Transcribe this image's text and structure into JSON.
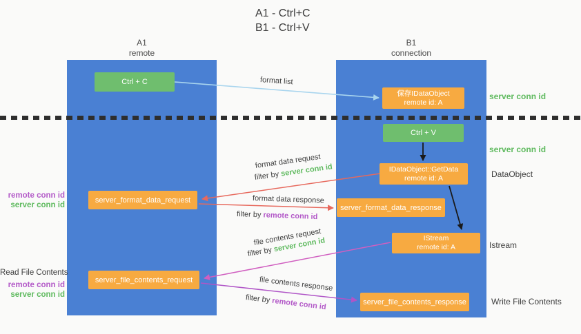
{
  "title": {
    "line1": "A1 - Ctrl+C",
    "line2": "B1 - Ctrl+V"
  },
  "columns": {
    "a1": {
      "name": "A1",
      "subtitle": "remote"
    },
    "b1": {
      "name": "B1",
      "subtitle": "connection"
    }
  },
  "nodes": {
    "ctrl_c": "Ctrl + C",
    "ctrl_v": "Ctrl + V",
    "save_idataobject": {
      "line1": "保存IDataObject",
      "line2": "remote id: A"
    },
    "getdata": {
      "line1": "IDataObject::GetData",
      "line2": "remote id: A"
    },
    "istream": {
      "line1": "IStream",
      "line2": "remote id: A"
    },
    "format_request": "server_format_data_request",
    "format_response": "server_format_data_response",
    "file_request": "server_file_contents_request",
    "file_response": "server_file_contents_response"
  },
  "side_labels": {
    "server_conn_id": "server conn id",
    "remote_conn_id": "remote conn id",
    "dataobject": "DataObject",
    "istream": "Istream",
    "read_file_contents": "Read File Contents",
    "write_file_contents": "Write File Contents"
  },
  "arrow_labels": {
    "format_list": "format list",
    "format_data_request": "format data request",
    "format_data_response": "format data response",
    "file_contents_request": "file contents request",
    "file_contents_response": "file contents response",
    "filter_by": "filter by"
  },
  "colors": {
    "column_blue": "#4a80d3",
    "node_green": "#6fbe6e",
    "node_orange": "#f7aa41",
    "arrow_light_blue": "#a9d5ee",
    "arrow_black": "#1a1a1a",
    "arrow_red": "#e7695d",
    "arrow_pink": "#d05fc0",
    "arrow_purple": "#b055c7",
    "text_green": "#5fba5f",
    "text_purple": "#b35ac8",
    "text_dark": "#3f3f3f"
  }
}
